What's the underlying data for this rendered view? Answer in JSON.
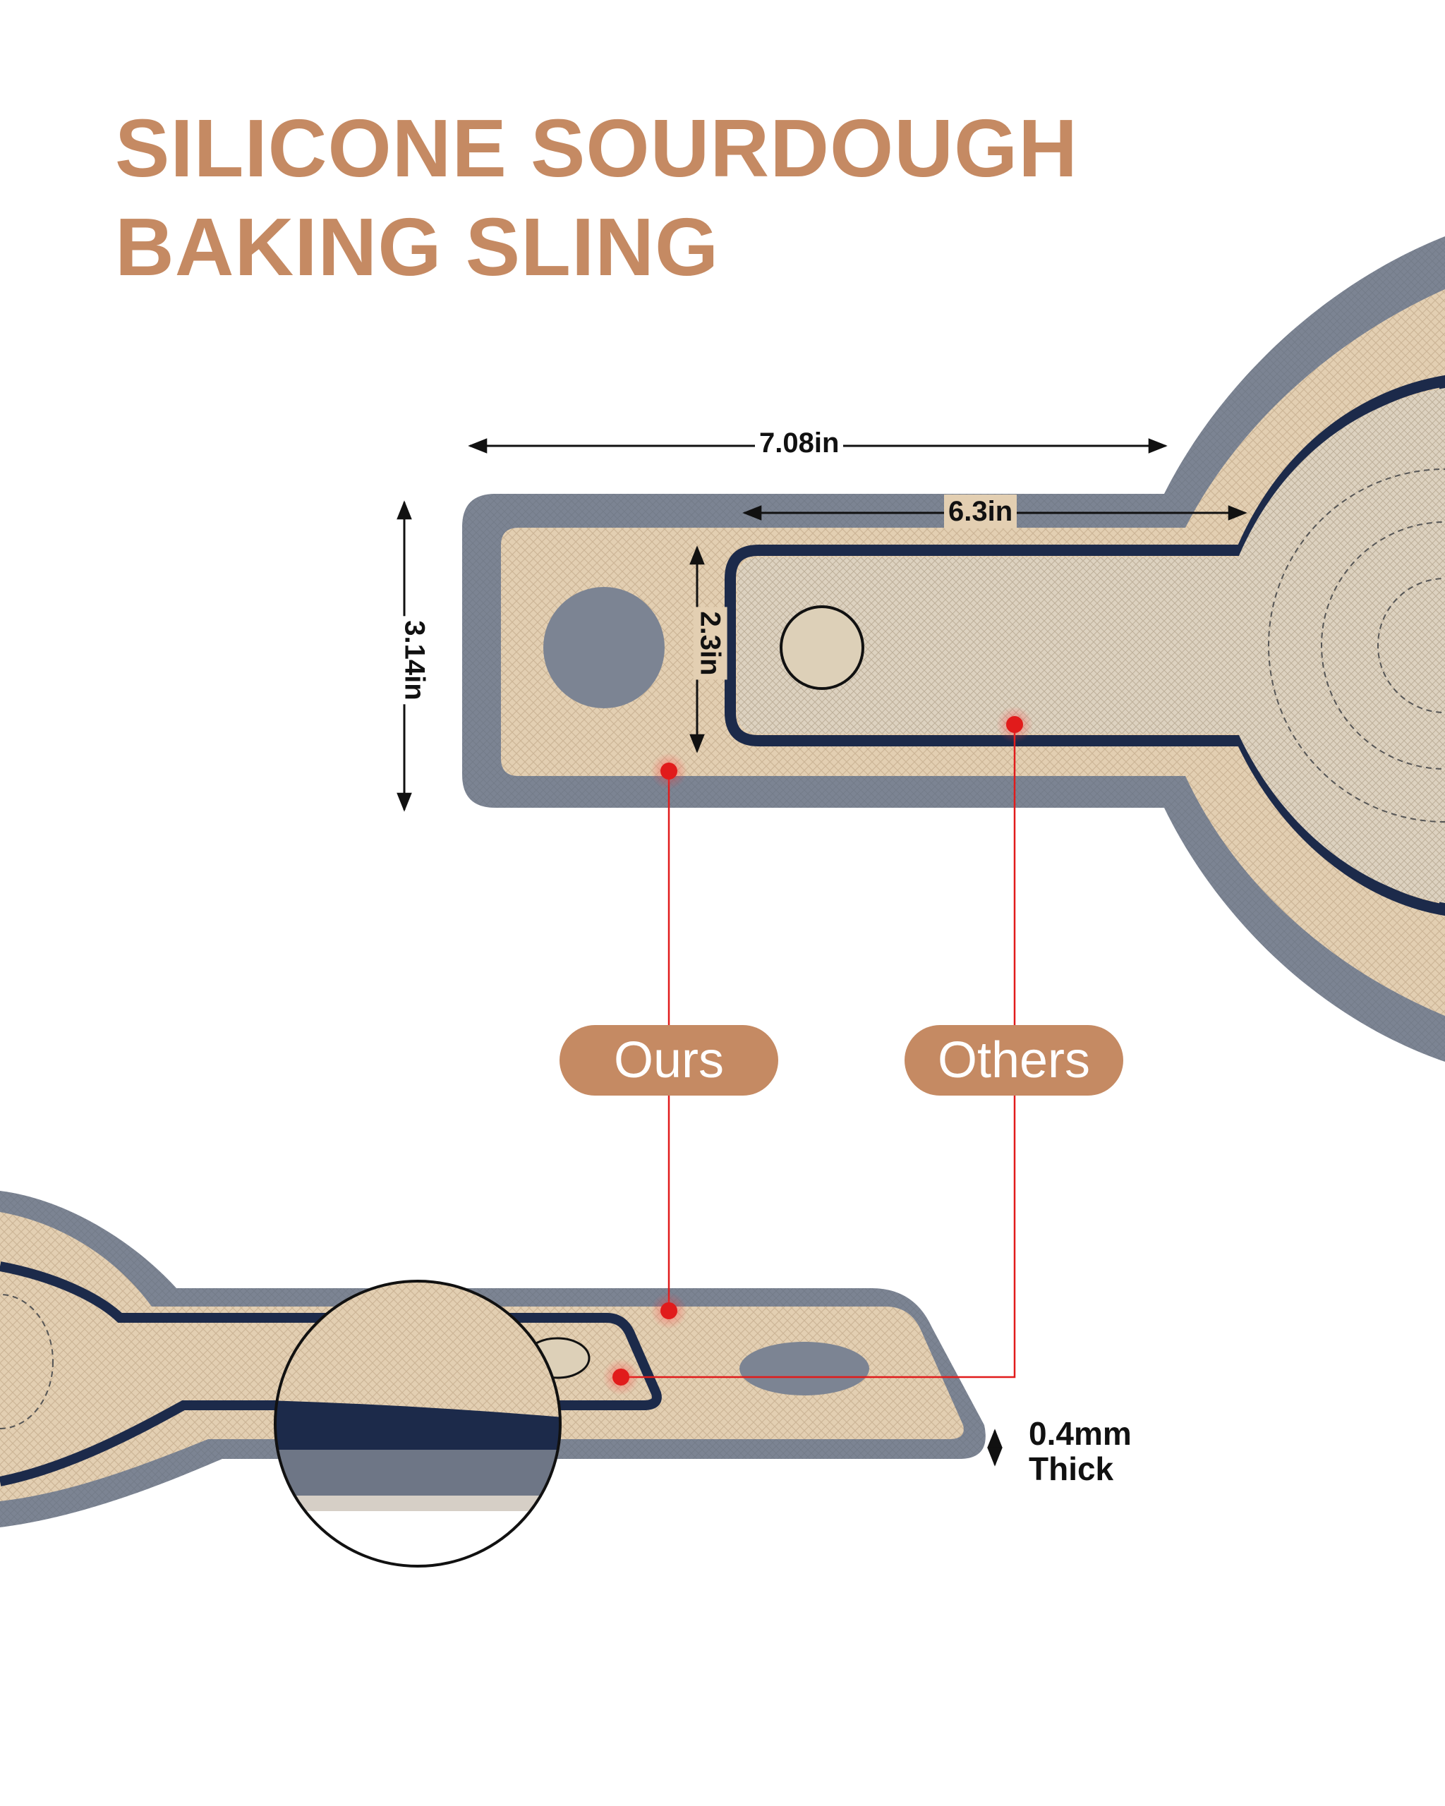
{
  "title": {
    "line1": "SILICONE SOURDOUGH",
    "line2": "BAKING SLING"
  },
  "dimensions": {
    "overall_length": "7.08in",
    "handle_length": "6.3in",
    "overall_width": "3.14in",
    "handle_width": "2.3in"
  },
  "comparison": {
    "ours_label": "Ours",
    "others_label": "Others"
  },
  "thickness": {
    "value": "0.4mm",
    "label": "Thick"
  },
  "colors": {
    "accent": "#c58a63",
    "mesh": "#e3cfb2",
    "frame": "#7c8493",
    "navy": "#1c2a4a",
    "marker": "#e11b1b"
  }
}
